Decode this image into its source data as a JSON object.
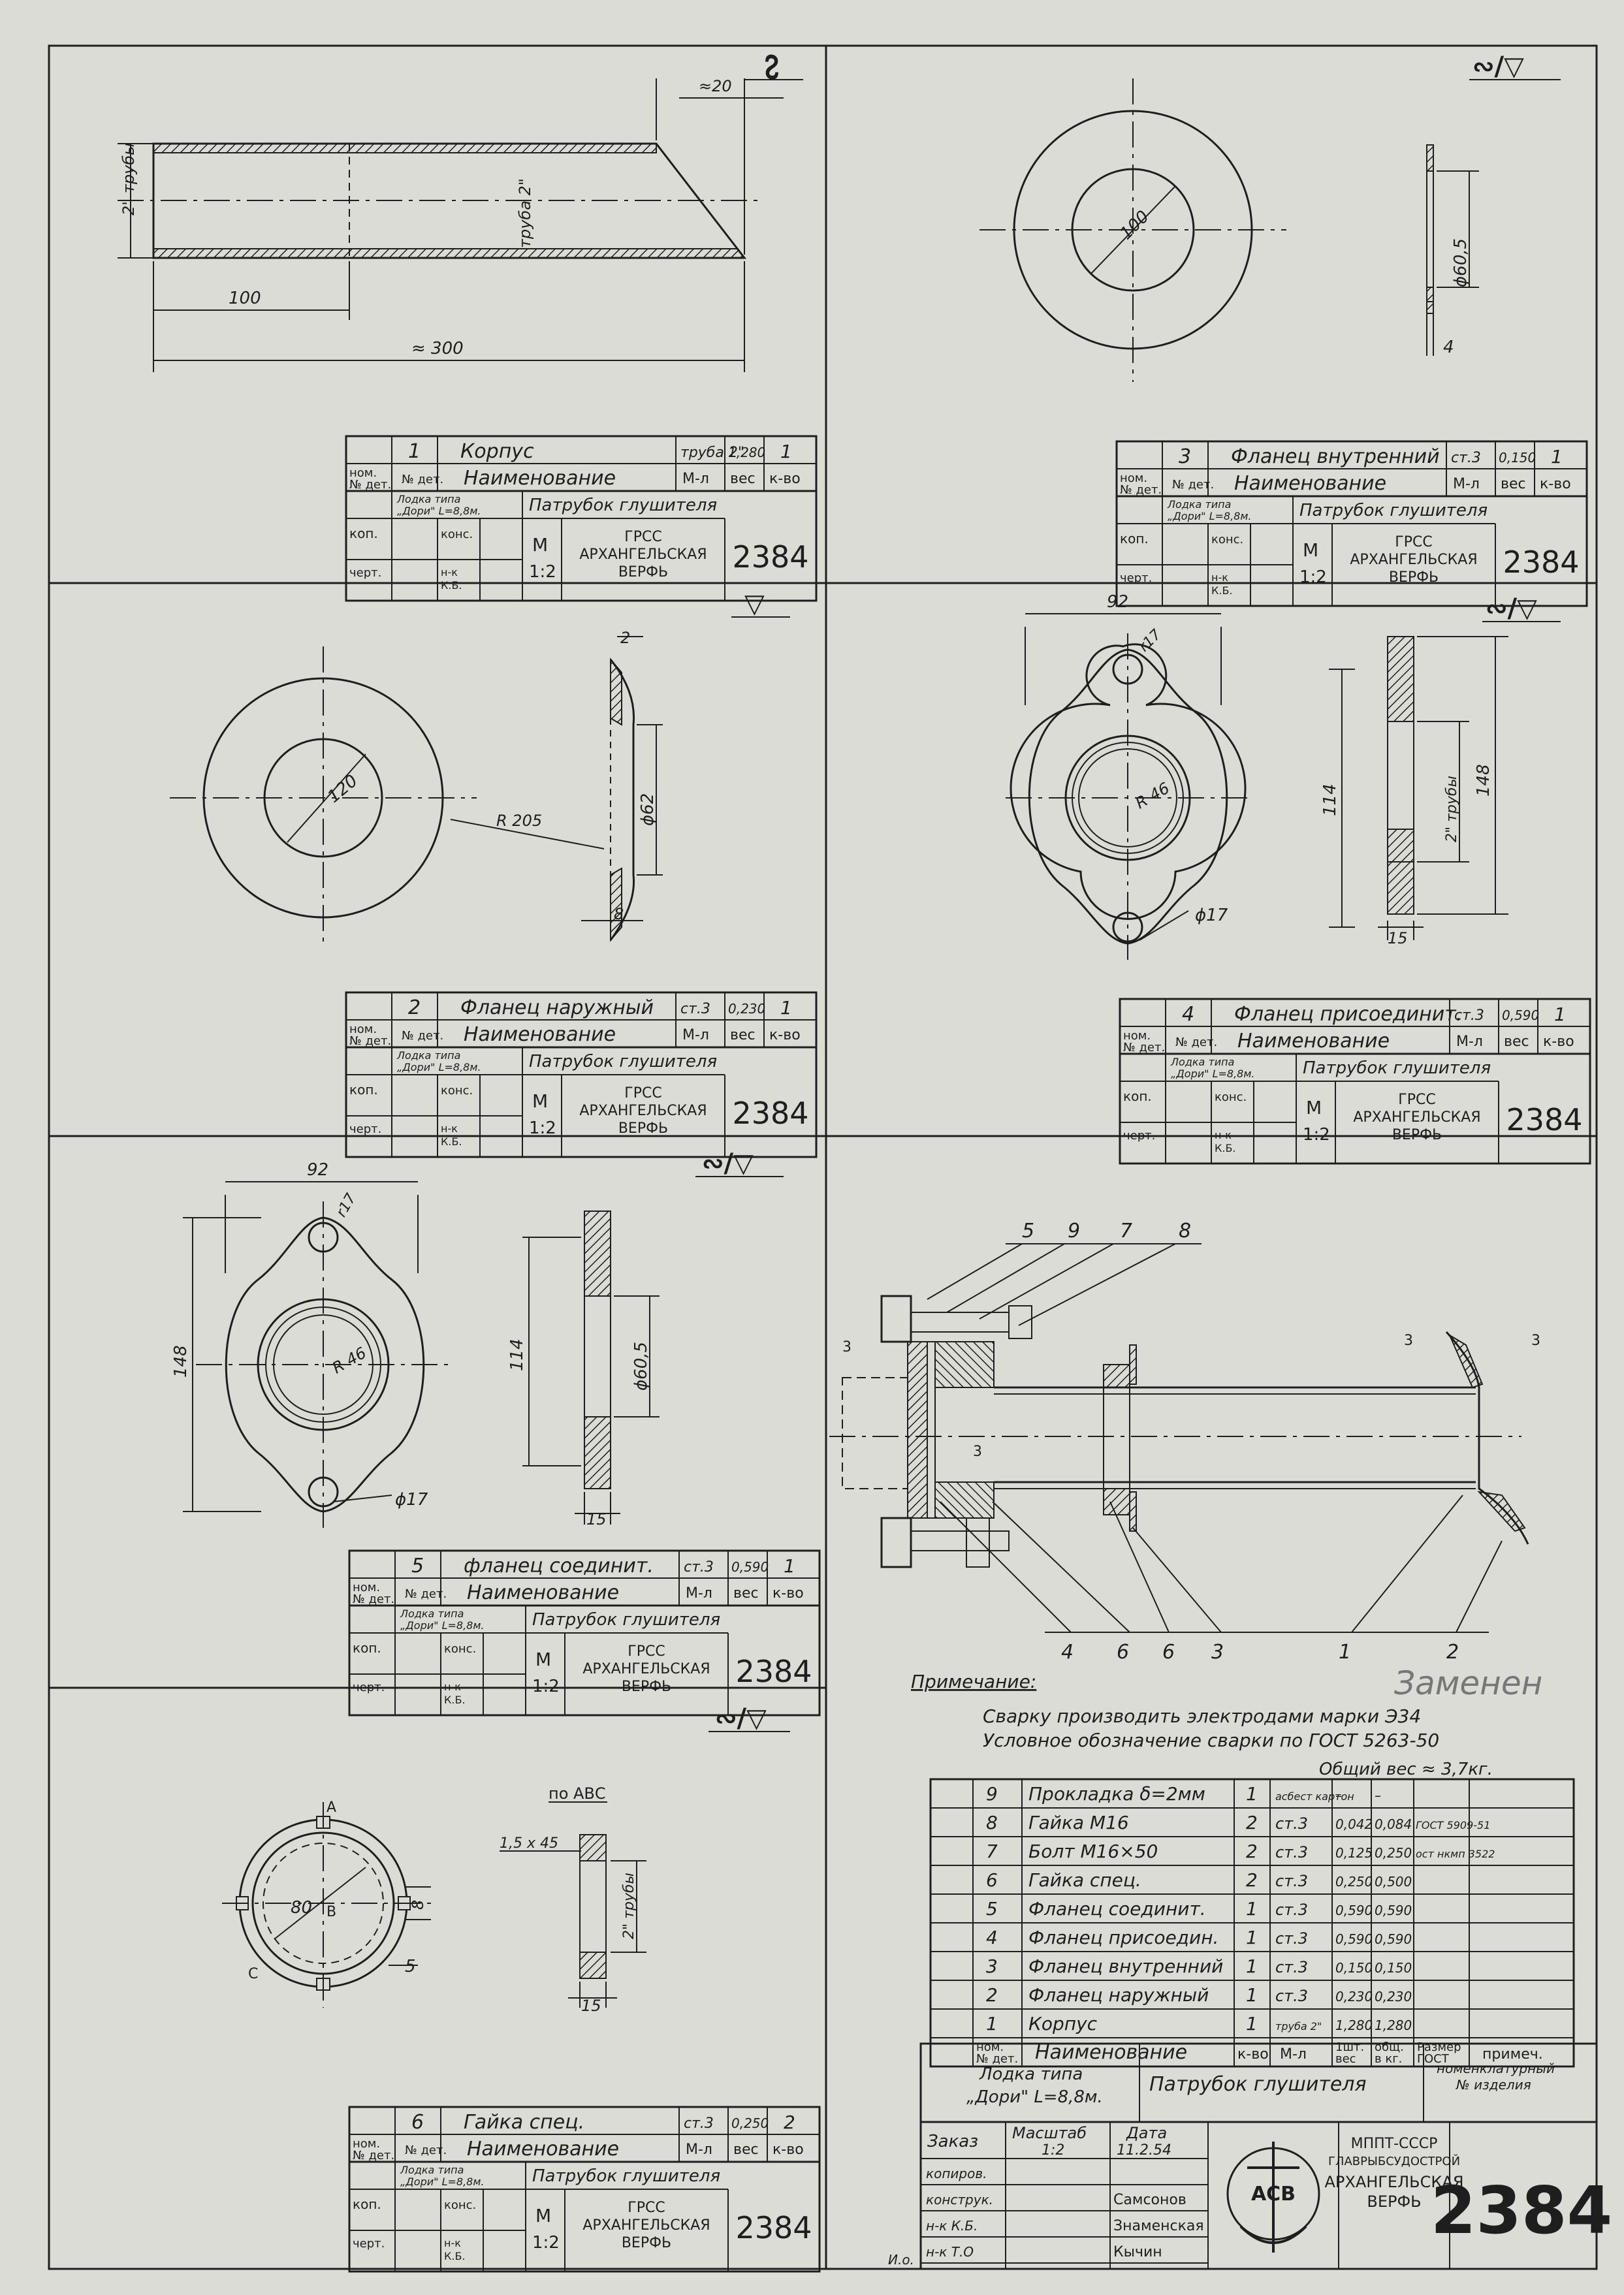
{
  "project": {
    "boat": "Лодка типа \"Дори\" L=8,8м",
    "boat_line1": "Лодка типа",
    "boat_line2": "„Дори\" L=8,8м.",
    "part_name": "Патрубок глушителя",
    "org": "ГРСС АРХАНГЕЛЬСКАЯ ВЕРФЬ",
    "org_line1": "ГРСС",
    "org_line2": "АРХАНГЕЛЬСКАЯ",
    "org_line3": "ВЕРФЬ",
    "number": "2384",
    "scale_label": "М",
    "scale": "1:2"
  },
  "labels": {
    "nom_det": "ном. № дет.",
    "nom": "ном.",
    "det": "№ дет.",
    "name": "Наименование",
    "material": "М-л",
    "weight": "вес",
    "qty": "к-во",
    "kop": "коп.",
    "kons": "конс.",
    "nk": "н-к",
    "kb": "К.Б.",
    "chert": "черт."
  },
  "details": [
    {
      "no": "1",
      "name": "Корпус",
      "material": "труба 2\"",
      "weight": "1,280",
      "qty": "1"
    },
    {
      "no": "3",
      "name": "Фланец внутренний",
      "material": "ст.3",
      "weight": "0,150",
      "qty": "1"
    },
    {
      "no": "2",
      "name": "Фланец наружный",
      "material": "ст.3",
      "weight": "0,230",
      "qty": "1"
    },
    {
      "no": "4",
      "name": "Фланец присоединит.",
      "material": "ст.3",
      "weight": "0,590",
      "qty": "1"
    },
    {
      "no": "5",
      "name": "фланец соединит.",
      "material": "ст.3",
      "weight": "0,590",
      "qty": "1"
    },
    {
      "no": "6",
      "name": "Гайка спец.",
      "material": "ст.3",
      "weight": "0,250",
      "qty": "2"
    }
  ],
  "dims": {
    "d1_20": "≈20",
    "d1_100": "100",
    "d1_300": "≈ 300",
    "d1_tube": "2\" трубы",
    "d1_tube2": "труба 2\"",
    "d3_100": "100",
    "d3_605": "ϕ60,5",
    "d3_4": "4",
    "d2_120": "120",
    "d2_62": "ϕ62",
    "d2_2": "2",
    "d2_8": "8",
    "d2_r205": "R 205",
    "d4_92": "92",
    "d4_r17": "r17",
    "d4_r46": "R 46",
    "d4_114": "114",
    "d4_148": "148",
    "d4_tube": "2\" трубы",
    "d4_17": "ϕ17",
    "d4_15": "15",
    "d5_92": "92",
    "d5_r17": "r17",
    "d5_r46": "R 46",
    "d5_148": "148",
    "d5_114": "114",
    "d5_605": "ϕ60,5",
    "d5_17": "ϕ17",
    "d5_15": "15",
    "d6_80": "80",
    "d6_8": "8",
    "d6_5": "5",
    "d6_15": "15",
    "d6_chamfer": "1,5 x 45",
    "d6_abc": "по АВС",
    "d6_tube": "2\" трубы",
    "d6_A": "А",
    "d6_B": "В",
    "d6_C": "С",
    "weld": "3",
    "finish": "∾/▽",
    "finish_plain": "∾",
    "finish_tri": "▽"
  },
  "assembly": {
    "top_numbers": [
      "5",
      "9",
      "7",
      "8"
    ],
    "bottom_numbers": [
      "4",
      "6",
      "6",
      "3",
      "1",
      "2"
    ]
  },
  "note": {
    "title": "Примечание:",
    "line1": "Сварку производить электродами марки Э34",
    "line2": "Условное обозначение сварки по ГОСТ 5263-50",
    "handwritten": "Заменен",
    "total_weight": "Общий вес ≈ 3,7кг."
  },
  "bom": {
    "rows": [
      {
        "no": "9",
        "name": "Прокладка δ=2мм",
        "qty": "1",
        "mat": "асбест картон",
        "w1": "–",
        "w2": "–",
        "gost": ""
      },
      {
        "no": "8",
        "name": "Гайка М16",
        "qty": "2",
        "mat": "ст.3",
        "w1": "0,042",
        "w2": "0,084",
        "gost": "ГОСТ 5909-51"
      },
      {
        "no": "7",
        "name": "Болт М16×50",
        "qty": "2",
        "mat": "ст.3",
        "w1": "0,125",
        "w2": "0,250",
        "gost": "ост нкмп 3522"
      },
      {
        "no": "6",
        "name": "Гайка спец.",
        "qty": "2",
        "mat": "ст.3",
        "w1": "0,250",
        "w2": "0,500",
        "gost": ""
      },
      {
        "no": "5",
        "name": "Фланец соединит.",
        "qty": "1",
        "mat": "ст.3",
        "w1": "0,590",
        "w2": "0,590",
        "gost": ""
      },
      {
        "no": "4",
        "name": "Фланец присоедин.",
        "qty": "1",
        "mat": "ст.3",
        "w1": "0,590",
        "w2": "0,590",
        "gost": ""
      },
      {
        "no": "3",
        "name": "Фланец внутренний",
        "qty": "1",
        "mat": "ст.3",
        "w1": "0,150",
        "w2": "0,150",
        "gost": ""
      },
      {
        "no": "2",
        "name": "Фланец наружный",
        "qty": "1",
        "mat": "ст.3",
        "w1": "0,230",
        "w2": "0,230",
        "gost": ""
      },
      {
        "no": "1",
        "name": "Корпус",
        "qty": "1",
        "mat": "труба 2\"",
        "w1": "1,280",
        "w2": "1,280",
        "gost": ""
      }
    ],
    "headers": {
      "nom": "ном. № дет.",
      "name": "Наименование",
      "qty": "к-во",
      "mat": "М-л",
      "w1": "1шт. вес",
      "w2": "общ. в кг.",
      "gost": "Размер ГОСТ",
      "note": "примеч."
    }
  },
  "stamp": {
    "nomenclature": "номенклатурный № изделия",
    "order": "Заказ",
    "scale_label": "Масштаб",
    "scale": "1:2",
    "date_label": "Дата",
    "date": "11.2.54",
    "roles": [
      "копиров.",
      "конструк.",
      "н-к К.Б.",
      "н-к Т.О"
    ],
    "names": [
      "",
      "Самсонов",
      "Знаменская",
      "Кычин"
    ],
    "ministry1": "МППТ-СССР",
    "ministry2": "ГЛАВРЫБСУДОСТРОЙ",
    "ministry3": "АРХАНГЕЛЬСКАЯ",
    "ministry4": "ВЕРФЬ",
    "logo": "АСВ",
    "number": "2384",
    "sig_mark": "И.о."
  }
}
